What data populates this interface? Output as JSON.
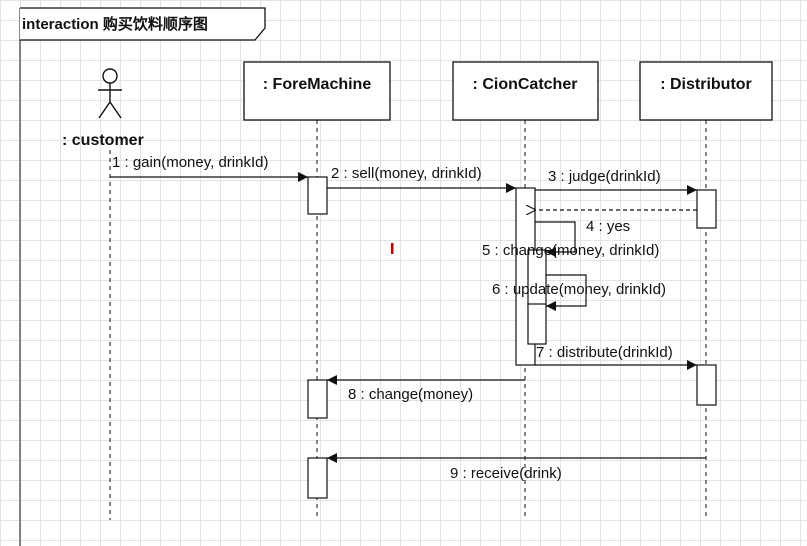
{
  "frame": {
    "title": "interaction 购买饮料顺序图"
  },
  "actor": {
    "label": ": customer"
  },
  "lifelines": [
    {
      "label": ": ForeMachine"
    },
    {
      "label": ": CionCatcher"
    },
    {
      "label": ": Distributor"
    }
  ],
  "messages": [
    {
      "label": "1 : gain(money, drinkId)"
    },
    {
      "label": "2 : sell(money, drinkId)"
    },
    {
      "label": "3 : judge(drinkId)"
    },
    {
      "label": "4 : yes"
    },
    {
      "label": "5 : change(money, drinkId)"
    },
    {
      "label": "6 : update(money, drinkId)"
    },
    {
      "label": "7 : distribute(drinkId)"
    },
    {
      "label": "8 : change(money)"
    },
    {
      "label": "9 : receive(drink)"
    }
  ],
  "colors": {
    "line": "#111111",
    "grid": "#e3e3e3",
    "cursor": "#c00000"
  }
}
